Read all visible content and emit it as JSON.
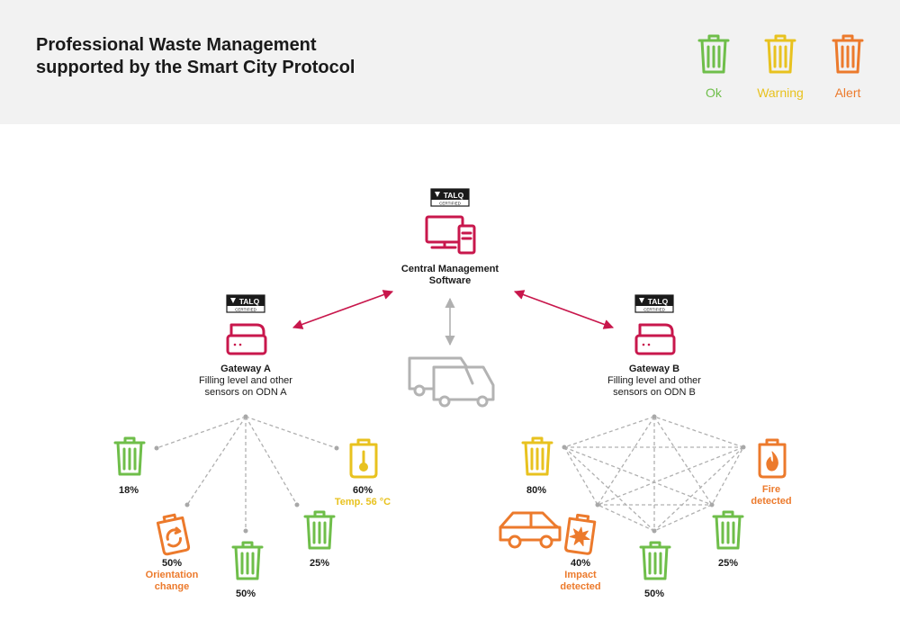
{
  "header": {
    "title_line1": "Professional Waste Management",
    "title_line2": "supported by the Smart City Protocol"
  },
  "legend": [
    {
      "label": "Ok",
      "color": "#6fbe4a"
    },
    {
      "label": "Warning",
      "color": "#e8c21f"
    },
    {
      "label": "Alert",
      "color": "#ec7a2c"
    }
  ],
  "colors": {
    "ok": "#6fbe4a",
    "warning": "#e8c21f",
    "alert": "#ec7a2c",
    "device": "#c8174c",
    "connector": "#b0b0b0"
  },
  "badge": {
    "brand": "TALQ",
    "caption": "CERTIFIED"
  },
  "central": {
    "name_line1": "Central Management",
    "name_line2": "Software",
    "icon": "computer-monitor-icon"
  },
  "gateway_a": {
    "name": "Gateway A",
    "desc_line1": "Filling level and other",
    "desc_line2": "sensors on ODN A",
    "icon": "router-icon"
  },
  "gateway_b": {
    "name": "Gateway B",
    "desc_line1": "Filling level and other",
    "desc_line2": "sensors on ODN B",
    "icon": "router-icon"
  },
  "vehicle": {
    "icon": "garbage-trucks-icon"
  },
  "network_a_bins": [
    {
      "percent": "18%",
      "status_text": "",
      "state": "ok",
      "icon": "trash-bin-icon"
    },
    {
      "percent": "50%",
      "status_line1": "Orientation",
      "status_line2": "change",
      "state": "alert",
      "icon": "tilted-bin-icon"
    },
    {
      "percent": "50%",
      "status_text": "",
      "state": "ok",
      "icon": "trash-bin-icon"
    },
    {
      "percent": "25%",
      "status_text": "",
      "state": "ok",
      "icon": "trash-bin-icon"
    },
    {
      "percent": "60%",
      "status_text": "Temp. 56 °C",
      "state": "warning",
      "icon": "thermometer-bin-icon"
    }
  ],
  "network_b_bins": [
    {
      "percent": "80%",
      "status_text": "",
      "state": "warning",
      "icon": "trash-bin-icon"
    },
    {
      "percent": "40%",
      "status_line1": "Impact",
      "status_line2": "detected",
      "state": "alert",
      "icon": "impact-bin-icon"
    },
    {
      "percent": "50%",
      "status_text": "",
      "state": "ok",
      "icon": "trash-bin-icon"
    },
    {
      "percent": "25%",
      "status_text": "",
      "state": "ok",
      "icon": "trash-bin-icon"
    },
    {
      "percent": "",
      "status_line1": "Fire",
      "status_line2": "detected",
      "state": "alert",
      "icon": "fire-bin-icon"
    }
  ],
  "car": {
    "icon": "car-icon"
  }
}
